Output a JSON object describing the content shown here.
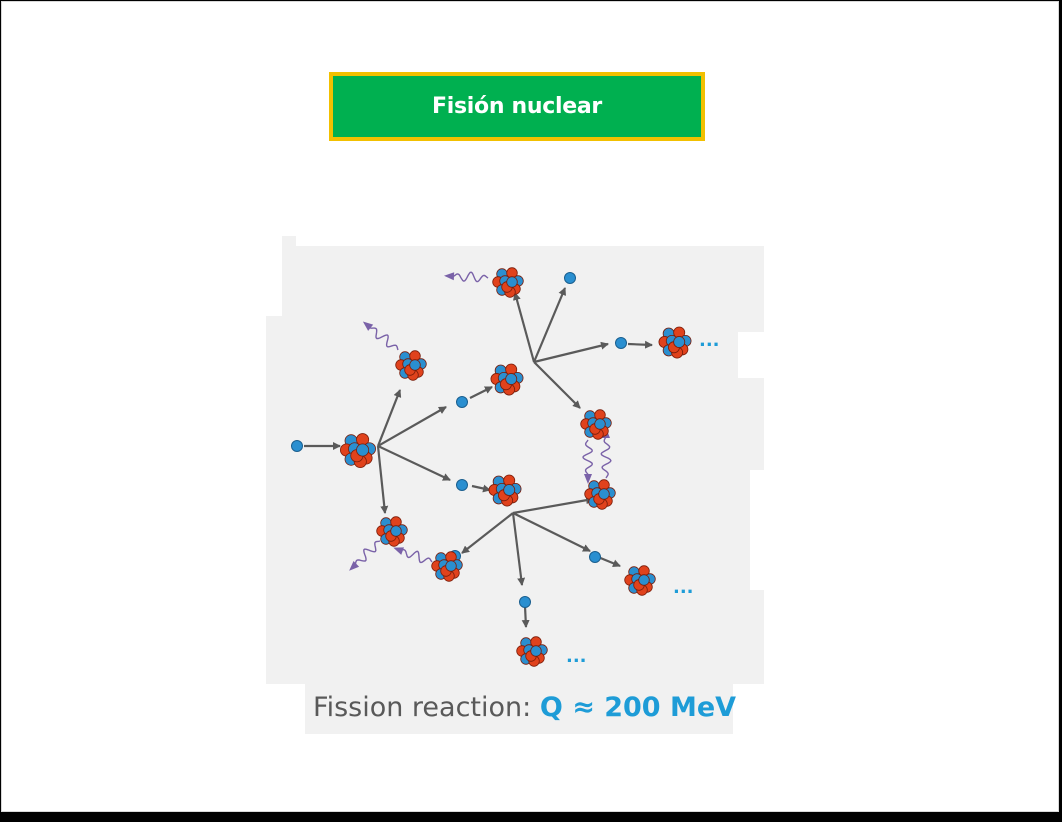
{
  "slide": {
    "title": "Fisión nuclear"
  },
  "diagram": {
    "caption_prefix": "Fission reaction:",
    "caption_equation": "Q ≈ 200 MeV",
    "continuation": "...",
    "colors": {
      "neutron": "#2a8fd0",
      "proton": "#e0421c",
      "arrow": "#5a5a5a",
      "gamma": "#7a62a8",
      "ellipsis": "#1e9cd7",
      "background": "#f1f1f1"
    }
  }
}
